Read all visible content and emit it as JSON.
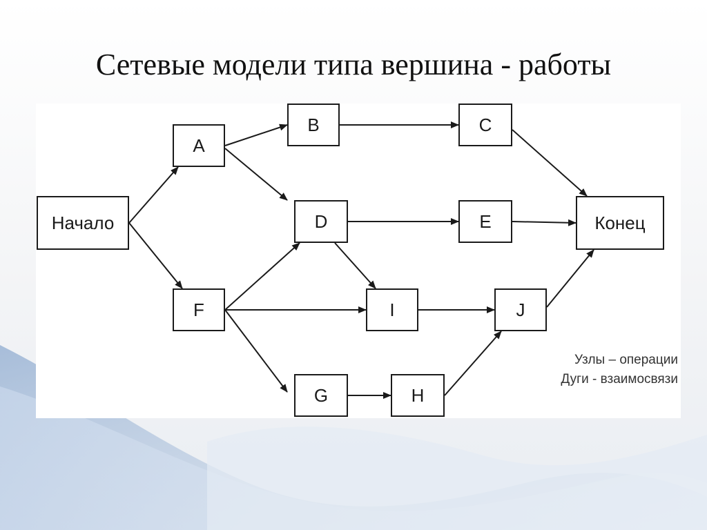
{
  "slide": {
    "title": "Сетевые модели типа вершина - работы"
  },
  "diagram": {
    "nodes": {
      "start": "Начало",
      "a": "A",
      "b": "B",
      "c": "C",
      "d": "D",
      "e": "E",
      "f": "F",
      "g": "G",
      "h": "H",
      "i": "I",
      "j": "J",
      "end": "Конец"
    },
    "edges": [
      [
        "start",
        "a"
      ],
      [
        "start",
        "f"
      ],
      [
        "a",
        "b"
      ],
      [
        "a",
        "d"
      ],
      [
        "b",
        "c"
      ],
      [
        "c",
        "end"
      ],
      [
        "d",
        "e"
      ],
      [
        "d",
        "i"
      ],
      [
        "e",
        "end"
      ],
      [
        "f",
        "d"
      ],
      [
        "f",
        "i"
      ],
      [
        "f",
        "g"
      ],
      [
        "g",
        "h"
      ],
      [
        "h",
        "j"
      ],
      [
        "i",
        "j"
      ],
      [
        "j",
        "end"
      ]
    ],
    "legend": {
      "line1": "Узлы – операции",
      "line2": "Дуги - взаимосвязи"
    },
    "colors": {
      "stroke": "#1a1a1a",
      "background": "#ffffff"
    }
  }
}
